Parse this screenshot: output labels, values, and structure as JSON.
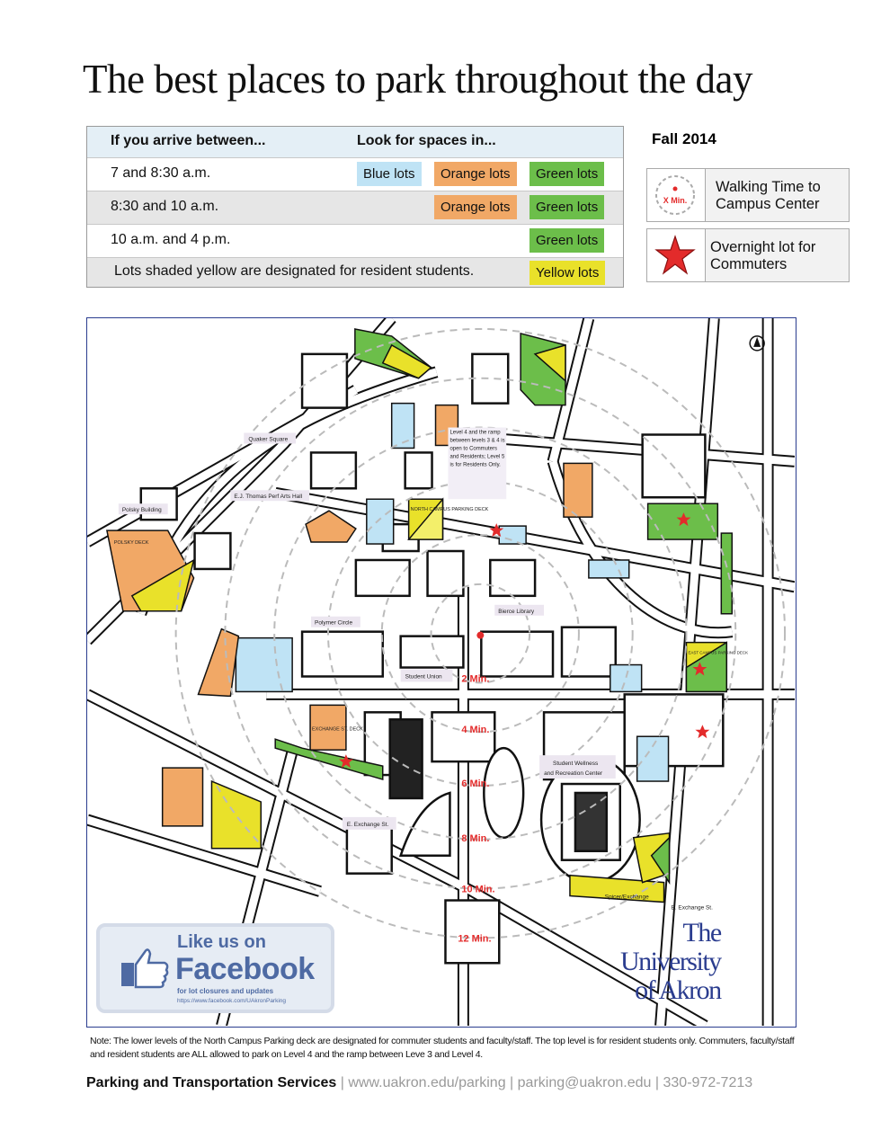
{
  "title": "The best places to park throughout the day",
  "season": "Fall 2014",
  "table": {
    "headers": [
      "If you arrive between...",
      "Look for spaces in..."
    ],
    "rows": [
      {
        "time": "7 and 8:30 a.m.",
        "lots": [
          "Blue lots",
          "Orange lots",
          "Green lots"
        ]
      },
      {
        "time": "8:30 and 10 a.m.",
        "lots": [
          "Orange lots",
          "Green lots"
        ]
      },
      {
        "time": "10 a.m. and 4 p.m.",
        "lots": [
          "Green lots"
        ]
      },
      {
        "time": "Lots shaded yellow are designated for resident students.",
        "lots": [
          "Yellow lots"
        ]
      }
    ]
  },
  "legend": {
    "walking": "Walking Time to Campus Center",
    "walking_icon_text": "X Min.",
    "overnight": "Overnight lot for Commuters"
  },
  "colors": {
    "blue": "#bfe3f5",
    "orange": "#f1a866",
    "green": "#6cbe4a",
    "yellow": "#e9e12a",
    "star": "#e32b2b"
  },
  "map": {
    "labels": {
      "quaker": "Quaker Square",
      "ej": "E.J. Thomas Perf Arts Hall",
      "polsky": "Polsky Building",
      "polymer": "Polymer Circle",
      "bierce": "Bierce Library",
      "union": "Student Union",
      "wellness1": "Student Wellness",
      "wellness2": "and Recreation Center",
      "exchange": "E. Exchange St.",
      "exchange2": "E. Exchange St.",
      "spicer": "Spicer/Exchange",
      "ncpd": "NORTH CAMPUS PARKING DECK",
      "esd": "EXCHANGE ST. DECK",
      "pd": "POLSKY DECK",
      "ecpd": "EAST CAMPUS PARKING DECK",
      "deck_note": "Level 4 and the ramp between levels 3 & 4 is open to Commuters and Residents; Level 5 is for Residents Only."
    },
    "walk_times": [
      "2 Min.",
      "4 Min.",
      "6 Min.",
      "8 Min.",
      "10 Min.",
      "12 Min."
    ]
  },
  "facebook": {
    "line1": "Like us on",
    "line2": "Facebook",
    "line3": "for lot closures and updates",
    "url": "https://www.facebook.com/UAkronParking"
  },
  "logo": {
    "line1": "The",
    "line2": "University",
    "line3": "of Akron"
  },
  "note": "Note: The lower levels of the North Campus Parking deck are designated for commuter students and faculty/staff. The top level is for resident students only. Commuters, faculty/staff and resident students are ALL allowed to park on Level 4 and the ramp between Leve 3 and Level 4.",
  "footer": {
    "org": "Parking and Transportation Services",
    "url": "www.uakron.edu/parking",
    "email": "parking@uakron.edu",
    "phone": "330-972-7213"
  }
}
